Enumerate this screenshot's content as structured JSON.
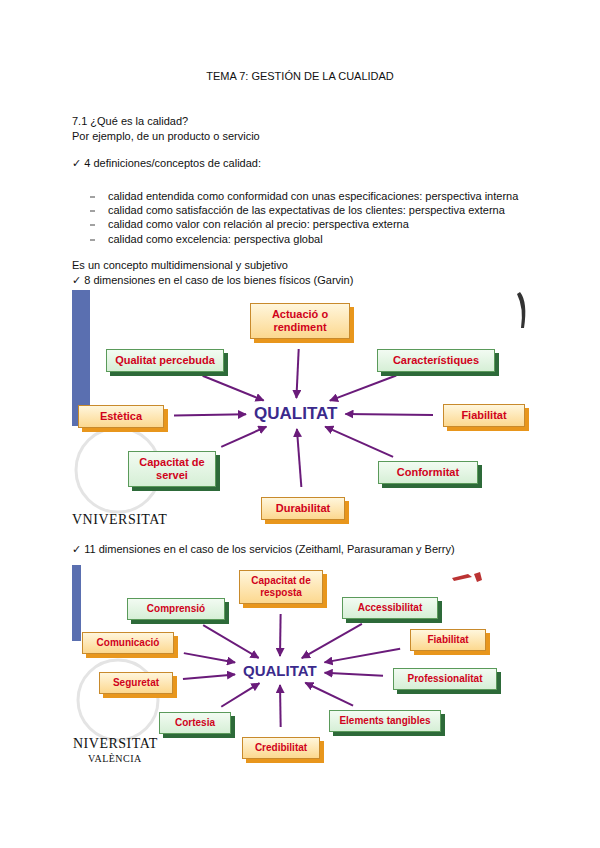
{
  "diagram": {
    "title": "TEMA 7: GESTIÓN DE LA CUALIDAD",
    "nodes": [
      {
        "text": [
          "Actuació o rendiment"
        ]
      },
      {
        "text": [
          "Qualitat percebuda"
        ]
      },
      {
        "text": [
          "Característiques"
        ]
      },
      {
        "text": [
          "Estètica"
        ]
      },
      {
        "text": [
          "QUALITAT"
        ]
      },
      {
        "text": [
          "Fiabilitat"
        ]
      },
      {
        "text": [
          "Capacitat de servei"
        ]
      },
      {
        "text": [
          "Conformitat"
        ]
      },
      {
        "text": [
          "Durabilitat"
        ]
      },
      {
        "text": [
          "Capacitat de resposta"
        ]
      },
      {
        "text": [
          "Comprensió"
        ]
      },
      {
        "text": [
          "Accessibilitat"
        ]
      },
      {
        "text": [
          "Comunicació"
        ]
      },
      {
        "text": [
          "Fiabilitat"
        ]
      },
      {
        "text": [
          "QUALITAT"
        ]
      },
      {
        "text": [
          "Seguretat"
        ]
      },
      {
        "text": [
          "Professionalitat"
        ]
      },
      {
        "text": [
          "Cortesia"
        ]
      },
      {
        "text": [
          "Elements tangibles"
        ]
      },
      {
        "text": [
          "Credibilitat"
        ]
      }
    ],
    "edges": [
      {
        "from": 0,
        "to": 4,
        "arrow": "to"
      },
      {
        "from": 1,
        "to": 4,
        "arrow": "to"
      },
      {
        "from": 2,
        "to": 4,
        "arrow": "to"
      },
      {
        "from": 3,
        "to": 4,
        "arrow": "to"
      },
      {
        "from": 5,
        "to": 4,
        "arrow": "to"
      },
      {
        "from": 6,
        "to": 4,
        "arrow": "to"
      },
      {
        "from": 7,
        "to": 4,
        "arrow": "to"
      },
      {
        "from": 8,
        "to": 4,
        "arrow": "to"
      },
      {
        "from": 9,
        "to": 14,
        "arrow": "to"
      },
      {
        "from": 10,
        "to": 14,
        "arrow": "to"
      },
      {
        "from": 11,
        "to": 14,
        "arrow": "to"
      },
      {
        "from": 12,
        "to": 14,
        "arrow": "to"
      },
      {
        "from": 13,
        "to": 14,
        "arrow": "to"
      },
      {
        "from": 15,
        "to": 14,
        "arrow": "to"
      },
      {
        "from": 16,
        "to": 14,
        "arrow": "to"
      },
      {
        "from": 17,
        "to": 14,
        "arrow": "to"
      },
      {
        "from": 18,
        "to": 14,
        "arrow": "to"
      },
      {
        "from": 19,
        "to": 14,
        "arrow": "to"
      }
    ],
    "labels": [
      "7.1 ¿Qué es la calidad?",
      "Por ejemplo, de un producto o servicio",
      "✓ 4 definiciones/conceptos de calidad:",
      "calidad entendida como conformidad con unas especificaciones: perspectiva interna",
      "calidad como satisfacción de las expectativas de los clientes: perspectiva externa",
      "calidad como valor con relación al precio: perspectiva externa",
      "calidad como excelencia: perspectiva global",
      "Es un concepto multidimensional y subjetivo",
      "✓ 8 dimensiones en el caso de los bienes físicos (Garvin)",
      "VNIVERSITAT",
      "✓ 11 dimensiones en el caso de los servicios (Zeithaml, Parasuraman y Berry)",
      "NIVERSITAT",
      "VALÈNCIA"
    ]
  }
}
